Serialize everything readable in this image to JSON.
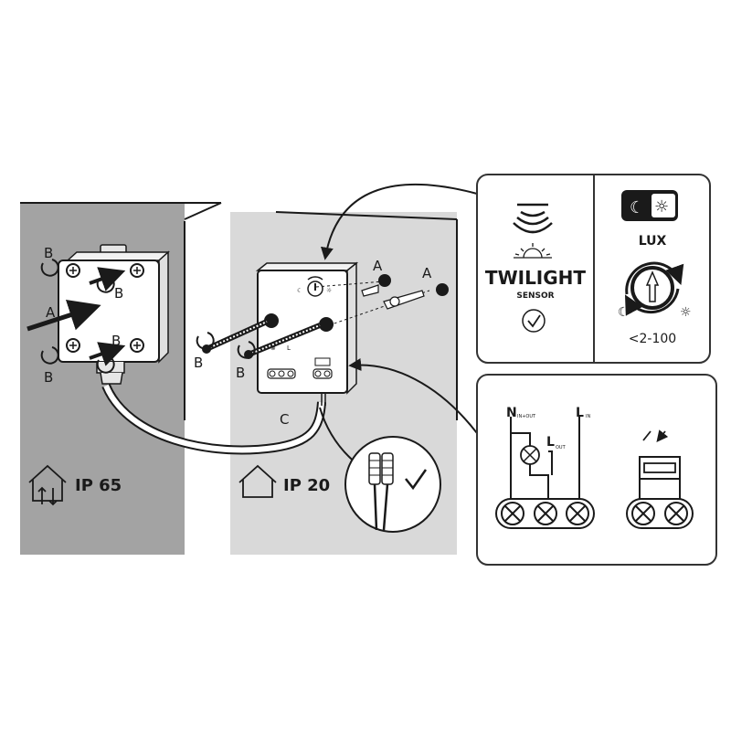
{
  "left_panel": {
    "label_a": "A",
    "label_b_top": "B",
    "label_b_box_top": "B",
    "label_b_bottom": "B",
    "label_b_box_bottom": "B",
    "ip_rating": "IP 65"
  },
  "middle_panel": {
    "label_a_1": "A",
    "label_a_2": "A",
    "label_b_1": "B",
    "label_b_2": "B",
    "label_c": "C",
    "ip_rating": "IP 20",
    "mini_l": "L"
  },
  "twilight_card": {
    "title": "TWILIGHT",
    "subtitle": "SENSOR"
  },
  "lux_card": {
    "title": "LUX",
    "range": "<2-100"
  },
  "wiring_card": {
    "n_label": "N",
    "n_sub": "IN+OUT",
    "lout_label": "L",
    "lout_sub": "OUT",
    "lin_label": "L",
    "lin_sub": "IN"
  },
  "colors": {
    "wall_dark": "#a3a3a3",
    "wall_light": "#d9d9d9",
    "line": "#1a1a1a",
    "panel_border": "#333333"
  },
  "icons": [
    "rotate-icon",
    "arrow-icon",
    "house-icon",
    "house-arrows-icon",
    "sensor-waves-icon",
    "sunrise-icon",
    "check-icon",
    "moon-icon",
    "sun-icon",
    "dial-icon",
    "lamp-icon",
    "terminal-icon",
    "photocell-icon",
    "connector-icon"
  ]
}
